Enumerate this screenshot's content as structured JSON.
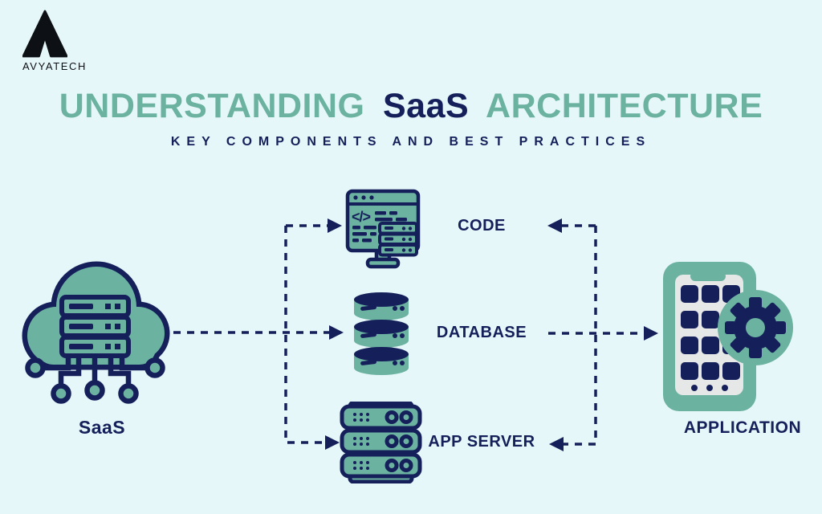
{
  "theme": {
    "bg": "#e6f7f9",
    "teal": "#6cb2a1",
    "navy": "#15205b",
    "screen": "#e6e8e7",
    "logo_ink": "#0d1014"
  },
  "logo": {
    "brand": "AVYATECH",
    "icon": "lambda-mountain-logo-icon"
  },
  "header": {
    "title_part1": "UNDERSTANDING",
    "title_part2": "SaaS",
    "title_part3": "ARCHITECTURE",
    "subtitle": "KEY COMPONENTS AND BEST PRACTICES"
  },
  "diagram": {
    "saas": {
      "label": "SaaS",
      "icon": "cloud-server-icon"
    },
    "code": {
      "label": "CODE",
      "icon": "code-window-icon"
    },
    "database": {
      "label": "DATABASE",
      "icon": "database-cylinders-icon"
    },
    "app_server": {
      "label": "APP SERVER",
      "icon": "server-rack-icon"
    },
    "application": {
      "label": "APPLICATION",
      "icon": "mobile-app-gear-icon"
    },
    "edges": [
      {
        "from": "saas",
        "to": "code",
        "style": "dashed-arrow"
      },
      {
        "from": "saas",
        "to": "database",
        "style": "dashed-arrow"
      },
      {
        "from": "saas",
        "to": "app_server",
        "style": "dashed-arrow"
      },
      {
        "from": "database",
        "to": "application",
        "style": "dashed-arrow"
      },
      {
        "from": "application",
        "to": "code",
        "style": "dashed-arrow"
      },
      {
        "from": "application",
        "to": "app_server",
        "style": "dashed-arrow"
      }
    ]
  }
}
